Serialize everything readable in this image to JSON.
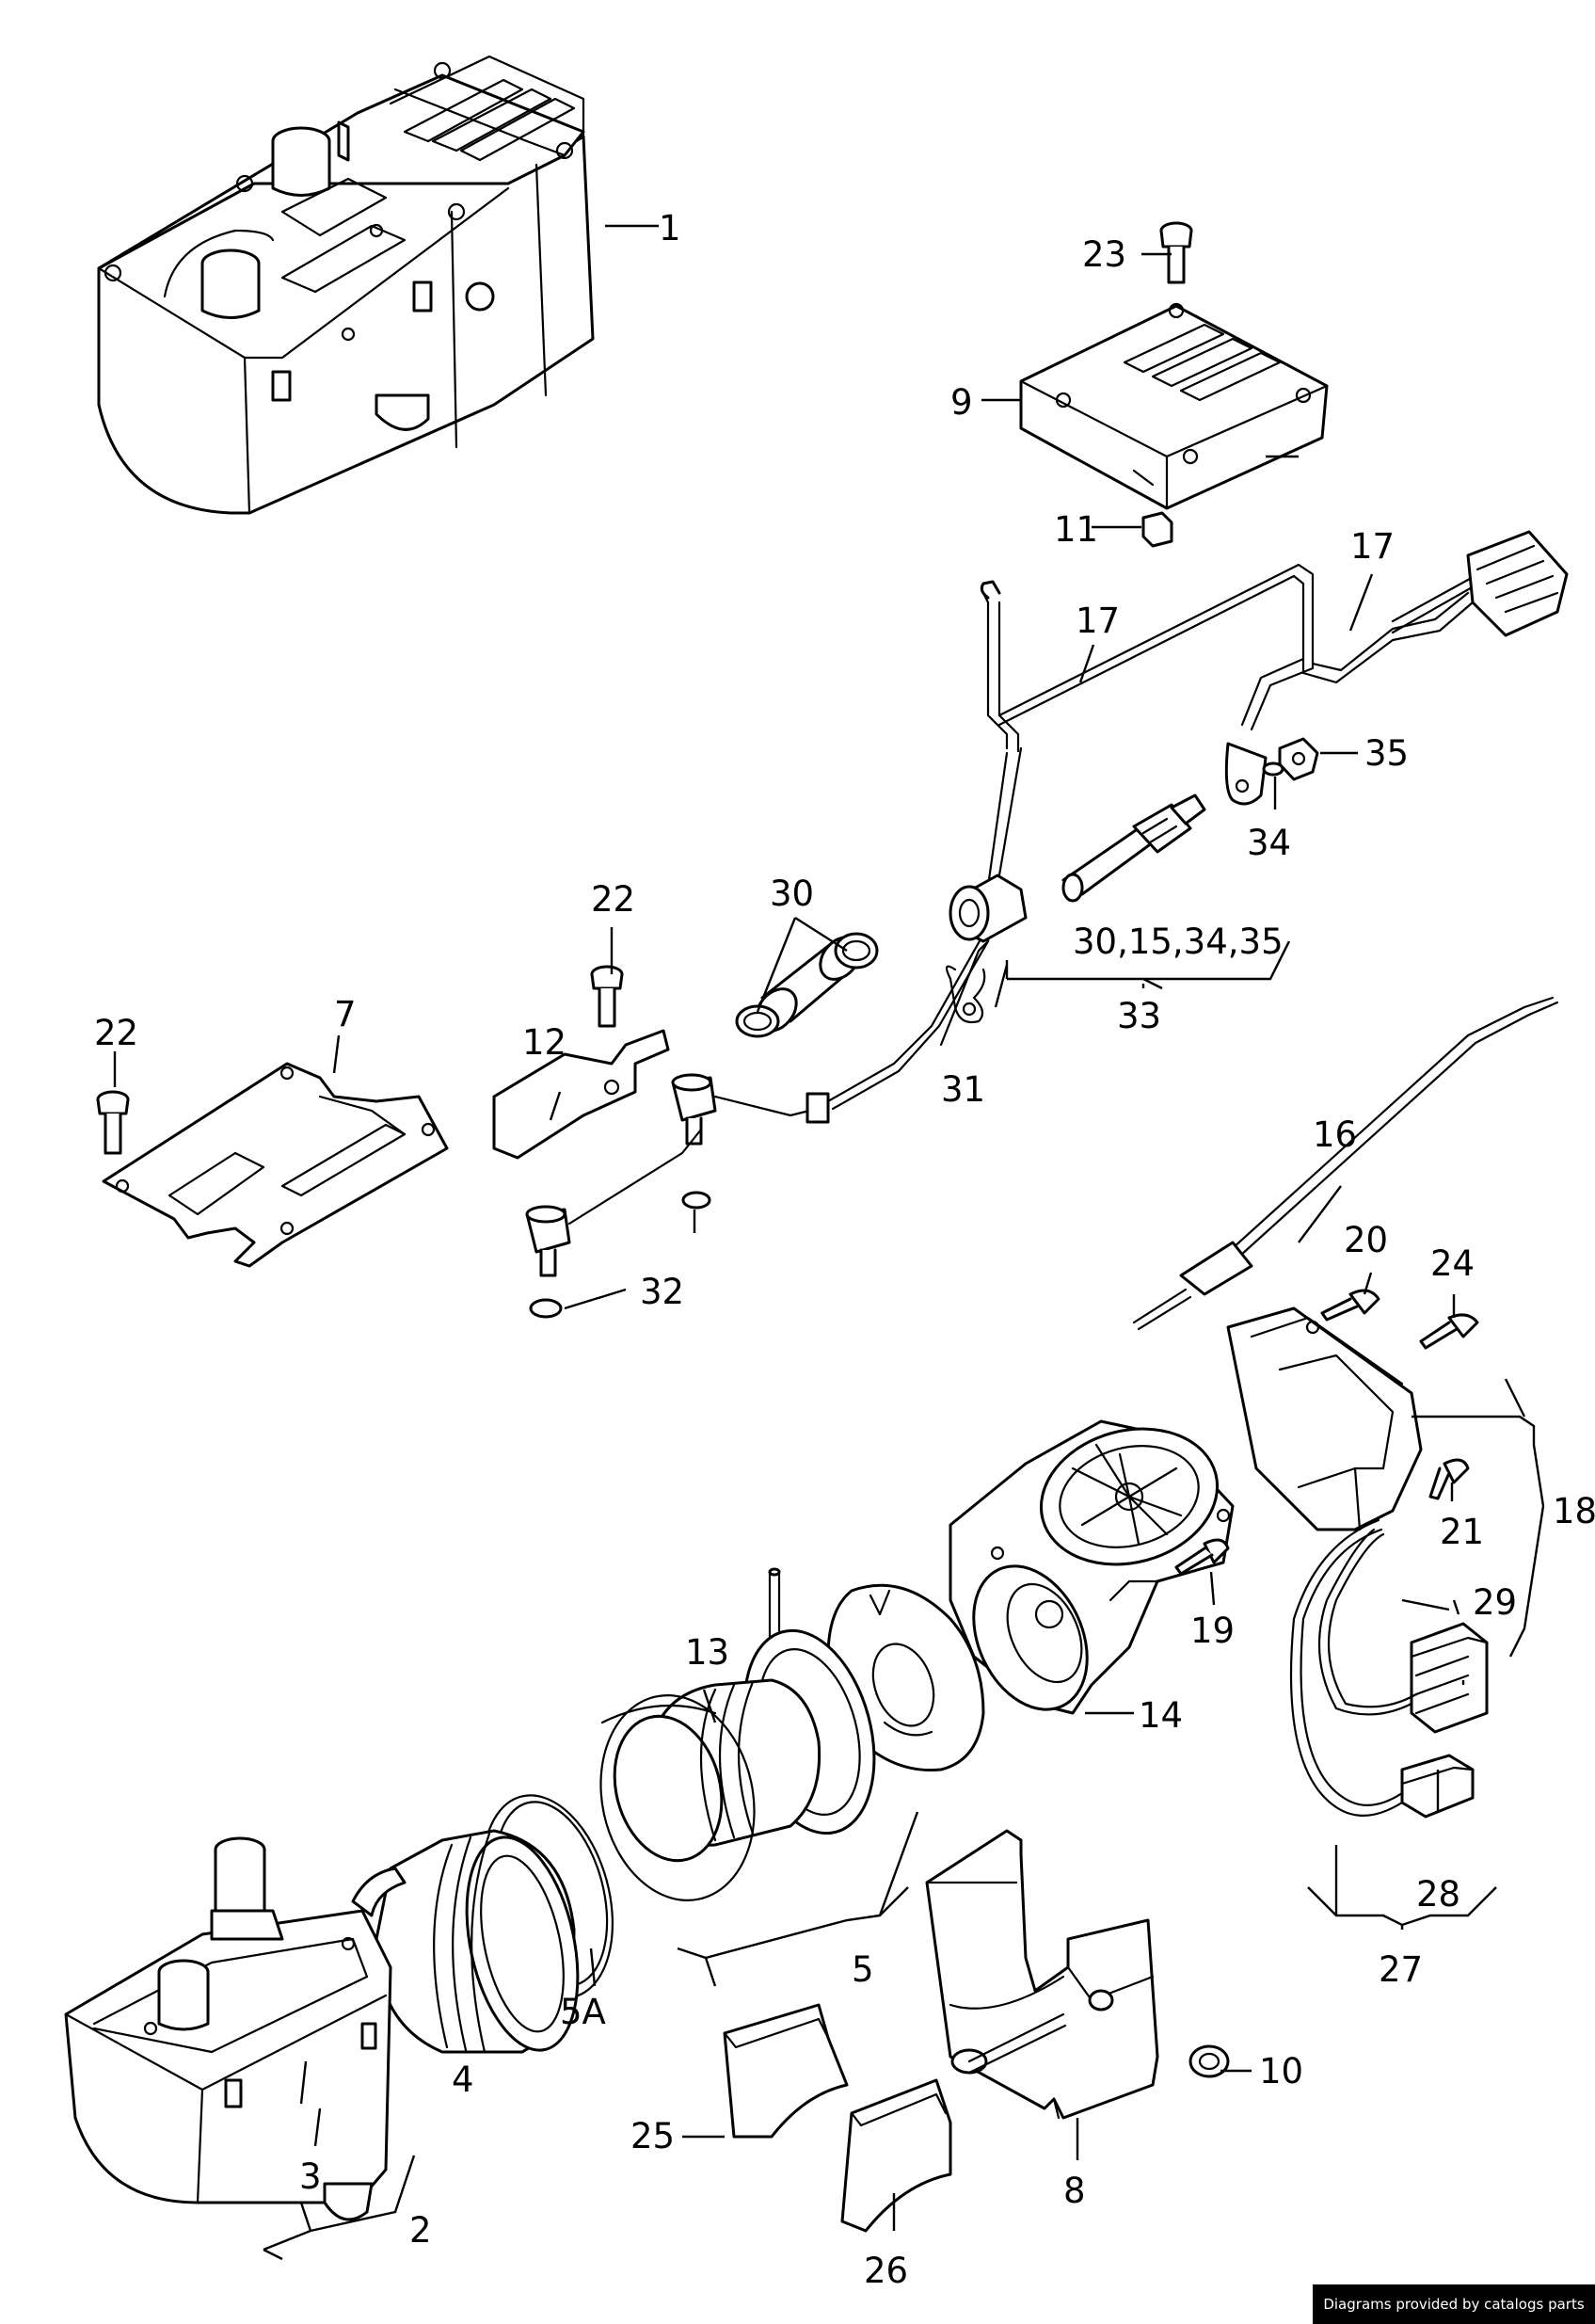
{
  "callouts": {
    "c1": "1",
    "c2": "2",
    "c3": "3",
    "c4": "4",
    "c5": "5",
    "c5a": "5A",
    "c7": "7",
    "c8": "8",
    "c9": "9",
    "c10": "10",
    "c11": "11",
    "c12": "12",
    "c13": "13",
    "c14": "14",
    "c16": "16",
    "c17a": "17",
    "c17b": "17",
    "c18": "18",
    "c19": "19",
    "c20": "20",
    "c21": "21",
    "c22a": "22",
    "c22b": "22",
    "c23": "23",
    "c24": "24",
    "c25": "25",
    "c26": "26",
    "c27": "27",
    "c28": "28",
    "c29": "29",
    "c30": "30",
    "c30set": "30,15,34,35",
    "c31": "31",
    "c32": "32",
    "c33": "33",
    "c34": "34",
    "c35": "35"
  },
  "footer": {
    "credit": "Diagrams provided by catalogs parts"
  }
}
